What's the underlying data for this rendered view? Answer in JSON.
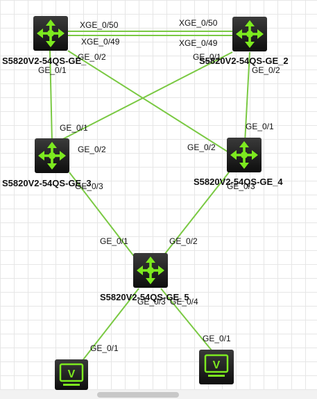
{
  "devices": {
    "sw1": {
      "label": "S5820V2-54QS-GE_",
      "icon": "switch-icon"
    },
    "sw2": {
      "label": "S5820V2-54QS-GE_2",
      "icon": "switch-icon"
    },
    "sw3": {
      "label": "S5820V2-54QS-GE_3",
      "icon": "switch-icon"
    },
    "sw4": {
      "label": "S5820V2-54QS-GE_4",
      "icon": "switch-icon"
    },
    "sw5": {
      "label": "S5820V2-54QS-GE_5",
      "icon": "switch-icon"
    },
    "pc1": {
      "icon": "pc-icon",
      "glyph": "V"
    },
    "pc2": {
      "icon": "pc-icon",
      "glyph": "V"
    }
  },
  "ports": {
    "sw1_xge50": "XGE_0/50",
    "sw2_xge50": "XGE_0/50",
    "sw1_xge49": "XGE_0/49",
    "sw2_xge49": "XGE_0/49",
    "sw1_ge2": "GE_0/2",
    "sw1_ge1": "GE_0/1",
    "sw2_ge1": "GE_0/1",
    "sw2_ge2": "GE_0/2",
    "sw3_ge1": "GE_0/1",
    "sw3_ge2": "GE_0/2",
    "sw3_ge3": "GE_0/3",
    "sw4_ge2": "GE_0/2",
    "sw4_ge1": "GE_0/1",
    "sw4_ge3": "GE_0/3",
    "sw5_ge1": "GE_0/1",
    "sw5_ge2": "GE_0/2",
    "sw5_ge3": "GE_0/3",
    "sw5_ge4": "GE_0/4",
    "pc1_ge1": "GE_0/1",
    "pc2_ge1": "GE_0/1"
  },
  "colors": {
    "link": "#7ac943",
    "icon_body": "#1e1e1e",
    "icon_accent": "#7dea1f"
  }
}
